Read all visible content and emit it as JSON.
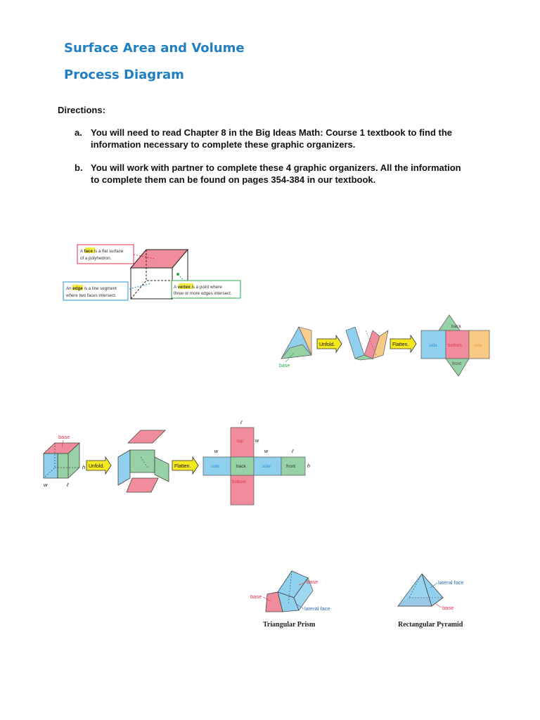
{
  "header": {
    "title": "Surface Area and Volume",
    "subtitle": "Process Diagram"
  },
  "directions": {
    "heading": "Directions:",
    "items": [
      {
        "label": "a.",
        "text": "You will need to read Chapter 8 in the Big Ideas Math: Course 1 textbook to find the information necessary to complete these graphic organizers."
      },
      {
        "label": "b.",
        "text": "You will work with partner to complete these 4 graphic organizers. All the information to complete them can be found on pages 354-384 in our textbook."
      }
    ]
  },
  "polyhedron_figure": {
    "face_note_1": "A ",
    "face_term": "face",
    "face_note_2": " is a flat surface",
    "face_note_3": "of a polyhedron.",
    "edge_note_1": "An ",
    "edge_term": "edge",
    "edge_note_2": " is a line segment",
    "edge_note_3": "where two faces intersect.",
    "vertex_note_1": "A ",
    "vertex_term": "vertex",
    "vertex_note_2": " is a point where",
    "vertex_note_3": "three or more edges intersect."
  },
  "triangular_net": {
    "unfold": "Unfold.",
    "flatten": "Flatten.",
    "base": "base",
    "back": "back",
    "side_left": "side",
    "bottom": "bottom",
    "side_right": "side",
    "front": "front"
  },
  "rectangular_net": {
    "base": "base",
    "h": "h",
    "w": "w",
    "l": "ℓ",
    "unfold": "Unfold.",
    "flatten": "Flatten.",
    "top": "top",
    "side_left": "side",
    "back": "back",
    "side_right": "side",
    "front": "front",
    "bottom": "bottom"
  },
  "solids": {
    "prism_caption": "Triangular Prism",
    "prism_base_top": "base",
    "prism_base_left": "base",
    "prism_lateral": "lateral face",
    "pyramid_caption": "Rectangular Pyramid",
    "pyramid_lateral": "lateral face",
    "pyramid_base": "base"
  },
  "colors": {
    "title_blue": "#1f7fc2",
    "face_red": "#f08c9c",
    "face_blue": "#8fd0ef",
    "face_green": "#96d2a6",
    "face_orange": "#f8c985",
    "arrow_yellow": "#f6e81e",
    "label_red": "#e2304f"
  }
}
